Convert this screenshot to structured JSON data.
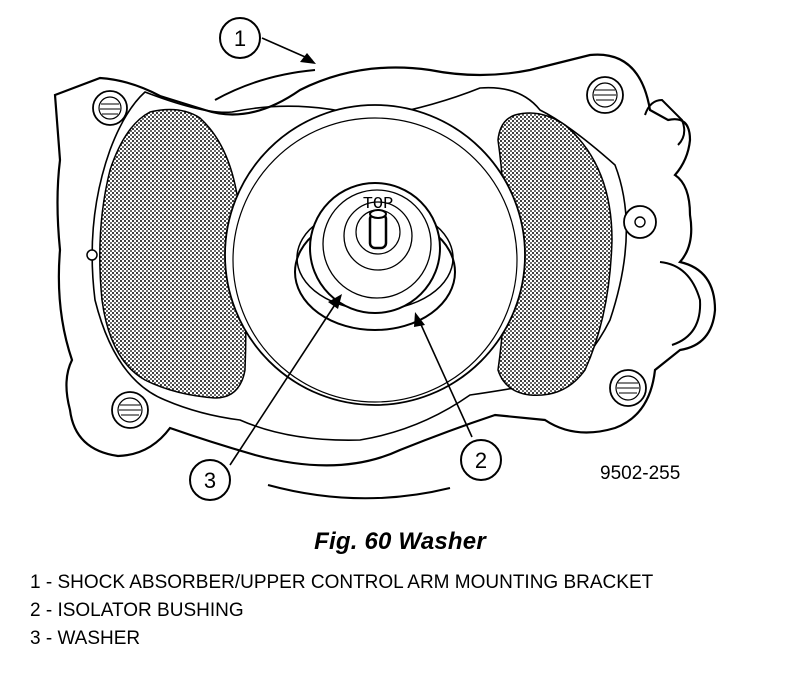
{
  "figure": {
    "callouts": [
      {
        "number": "1"
      },
      {
        "number": "2"
      },
      {
        "number": "3"
      }
    ],
    "stamp_text": "TOP",
    "figure_code": "9502-255"
  },
  "caption": "Fig. 60 Washer",
  "legend": [
    {
      "text": "1 - SHOCK ABSORBER/UPPER CONTROL ARM MOUNTING BRACKET"
    },
    {
      "text": "2 - ISOLATOR BUSHING"
    },
    {
      "text": "3 - WASHER"
    }
  ]
}
